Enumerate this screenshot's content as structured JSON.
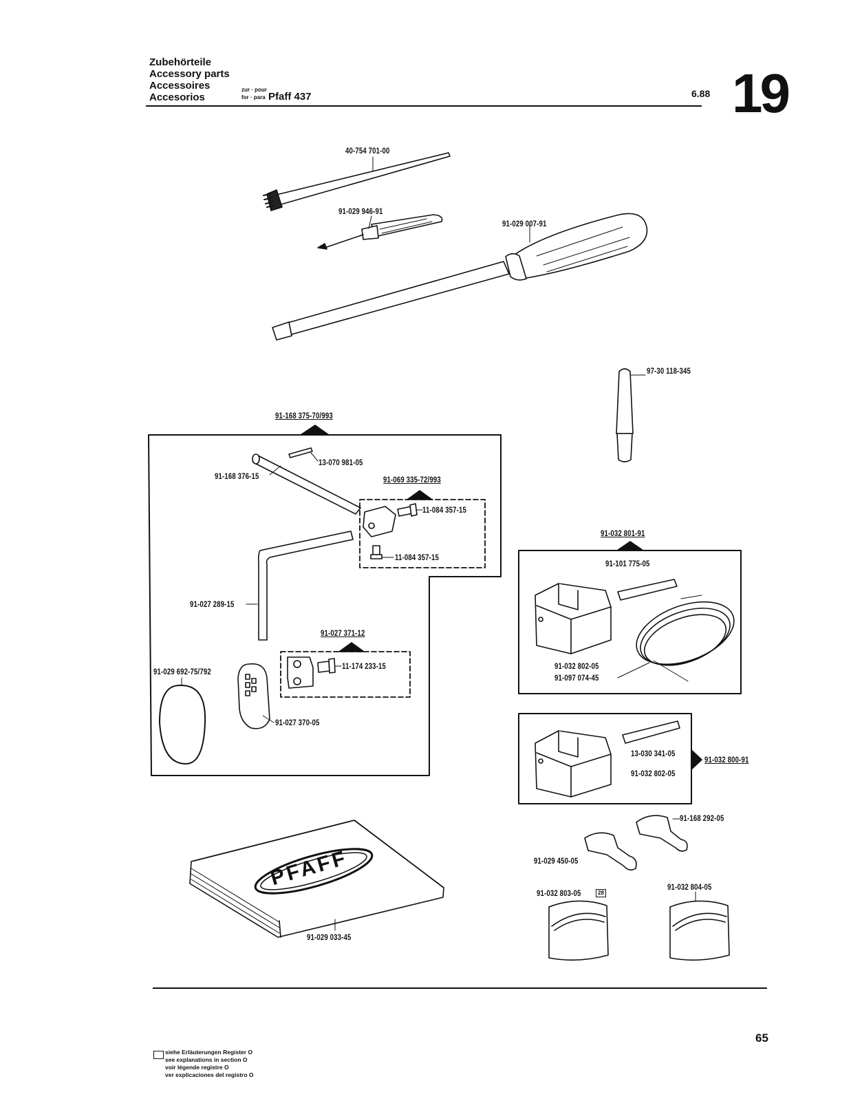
{
  "header": {
    "titles": [
      "Zubehörteile",
      "Accessory parts",
      "Accessoires",
      "Accesorios"
    ],
    "zur_pour": "zur · pour",
    "for_para": "for · para",
    "model": "Pfaff 437",
    "date": "6.88",
    "chapter": "19"
  },
  "parts": {
    "brush": "40-754 701-00",
    "small_screwdriver": "91-029 946-91",
    "large_screwdriver": "91-029 007-91",
    "pin": "97-30 118-345",
    "kit_main": "91-168 375-70/993",
    "clip": "13-070 981-05",
    "rod": "91-168 376-15",
    "subassy_1": "91-069 335-72/993",
    "screw_a": "11-084 357-15",
    "screw_b": "11-084 357-15",
    "hex_key": "91-027 289-15",
    "subassy_2": "91-027 371-12",
    "screw_c": "11-174 233-15",
    "cover": "91-029 692-75/792",
    "guide": "91-027 370-05",
    "kit_right_1": "91-032 801-91",
    "roller_1": "91-101 775-05",
    "block_1": "91-032 802-05",
    "wire": "91-097 074-45",
    "kit_right_2": "91-032 800-91",
    "roller_2": "13-030 341-05",
    "block_2": "91-032 802-05",
    "holder_a": "91-168 292-05",
    "holder_b": "91-029 450-05",
    "manual": "91-029 033-45",
    "foot_a": "91-032 803-05",
    "foot_a_ref": "28",
    "foot_b": "91-032 804-05",
    "logo": "PFAFF"
  },
  "footer": {
    "legend": [
      "siehe Erläuterungen Register O",
      "see explanations in section O",
      "voir légende registre O",
      "ver explicaciones del registro O"
    ],
    "page_number": "65"
  }
}
